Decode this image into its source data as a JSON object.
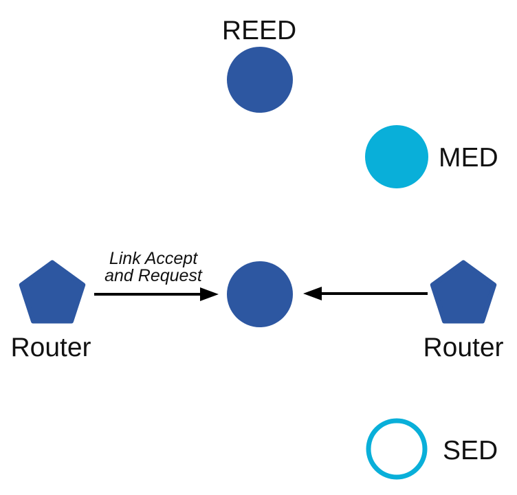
{
  "diagram": {
    "nodes": [
      {
        "id": "reed",
        "label": "REED",
        "shape": "circle",
        "style": "blue-filled",
        "label_position": "above"
      },
      {
        "id": "med",
        "label": "MED",
        "shape": "circle",
        "style": "cyan-filled",
        "label_position": "right"
      },
      {
        "id": "center",
        "label": "",
        "shape": "circle",
        "style": "blue-filled",
        "label_position": "none"
      },
      {
        "id": "router-left",
        "label": "Router",
        "shape": "pentagon",
        "style": "blue-filled",
        "label_position": "below"
      },
      {
        "id": "router-right",
        "label": "Router",
        "shape": "pentagon",
        "style": "blue-filled",
        "label_position": "below"
      },
      {
        "id": "sed",
        "label": "SED",
        "shape": "circle",
        "style": "cyan-outline",
        "label_position": "right"
      }
    ],
    "edges": [
      {
        "from": "router-left",
        "to": "center",
        "direction": "left-to-right",
        "label_line1": "Link Accept",
        "label_line2": "and Request"
      },
      {
        "from": "router-right",
        "to": "center",
        "direction": "right-to-left",
        "label_line1": "",
        "label_line2": ""
      }
    ],
    "colors": {
      "blue": "#2D57A1",
      "cyan": "#09AFD9",
      "arrow": "#000000",
      "text": "#111111"
    }
  }
}
